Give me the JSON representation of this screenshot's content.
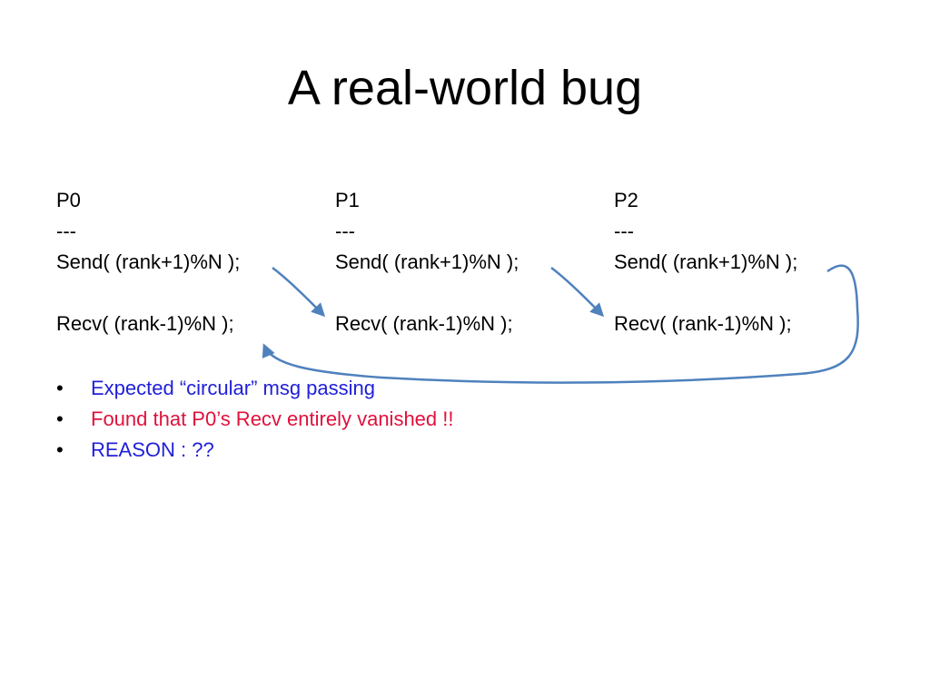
{
  "slide": {
    "title": "A real-world bug",
    "columns": [
      {
        "header": "P0",
        "separator": "---",
        "send": "Send( (rank+1)%N );",
        "recv": "Recv( (rank-1)%N );"
      },
      {
        "header": "P1",
        "separator": "---",
        "send": "Send( (rank+1)%N );",
        "recv": "Recv( (rank-1)%N );"
      },
      {
        "header": "P2",
        "separator": "---",
        "send": "Send( (rank+1)%N );",
        "recv": "Recv( (rank-1)%N );"
      }
    ],
    "bullets": [
      {
        "marker": "•",
        "text": "Expected “circular” msg passing",
        "color": "#2020d8"
      },
      {
        "marker": "•",
        "text": "Found that P0’s Recv entirely vanished !!",
        "color": "#e0103c"
      },
      {
        "marker": "•",
        "text": "REASON : ??",
        "color": "#2020d8"
      }
    ],
    "arrow_color": "#4f81bd"
  }
}
